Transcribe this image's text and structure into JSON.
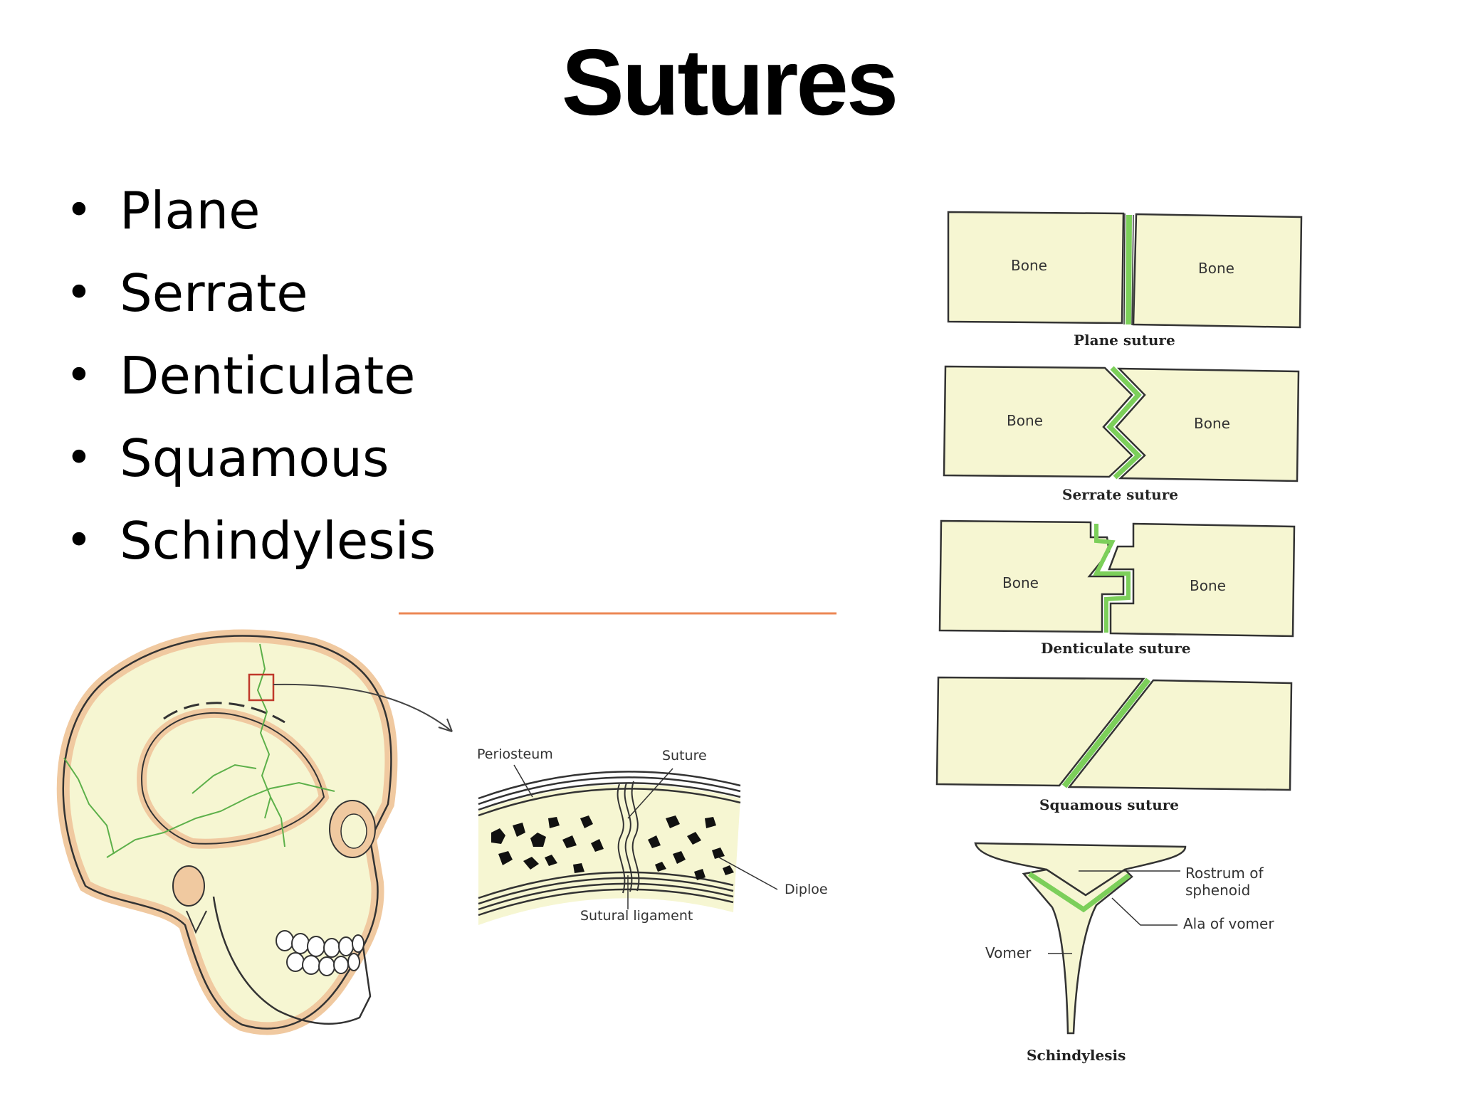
{
  "slide": {
    "title": "Sutures",
    "bullets": [
      "Plane",
      "Serrate",
      "Denticulate",
      "Squamous",
      "Schindylesis"
    ]
  },
  "skull_figure": {
    "labels": {
      "periosteum": "Periosteum",
      "suture": "Suture",
      "diploe": "Diploe",
      "sutural_ligament": "Sutural ligament"
    }
  },
  "suture_types": {
    "plane": {
      "left": "Bone",
      "right": "Bone",
      "caption": "Plane suture"
    },
    "serrate": {
      "left": "Bone",
      "right": "Bone",
      "caption": "Serrate suture"
    },
    "denticulate": {
      "left": "Bone",
      "right": "Bone",
      "caption": "Denticulate suture"
    },
    "squamous": {
      "caption": "Squamous suture"
    },
    "schindylesis": {
      "caption": "Schindylesis",
      "rostrum_line1": "Rostrum of",
      "rostrum_line2": "sphenoid",
      "ala": "Ala of vomer",
      "vomer": "Vomer"
    }
  },
  "colors": {
    "bone_fill": "#f6f6d2",
    "bone_outline": "#333333",
    "suture_green": "#7ccf5a",
    "skull_border": "#f0c9a0",
    "orange_rule": "#e86a2a"
  }
}
